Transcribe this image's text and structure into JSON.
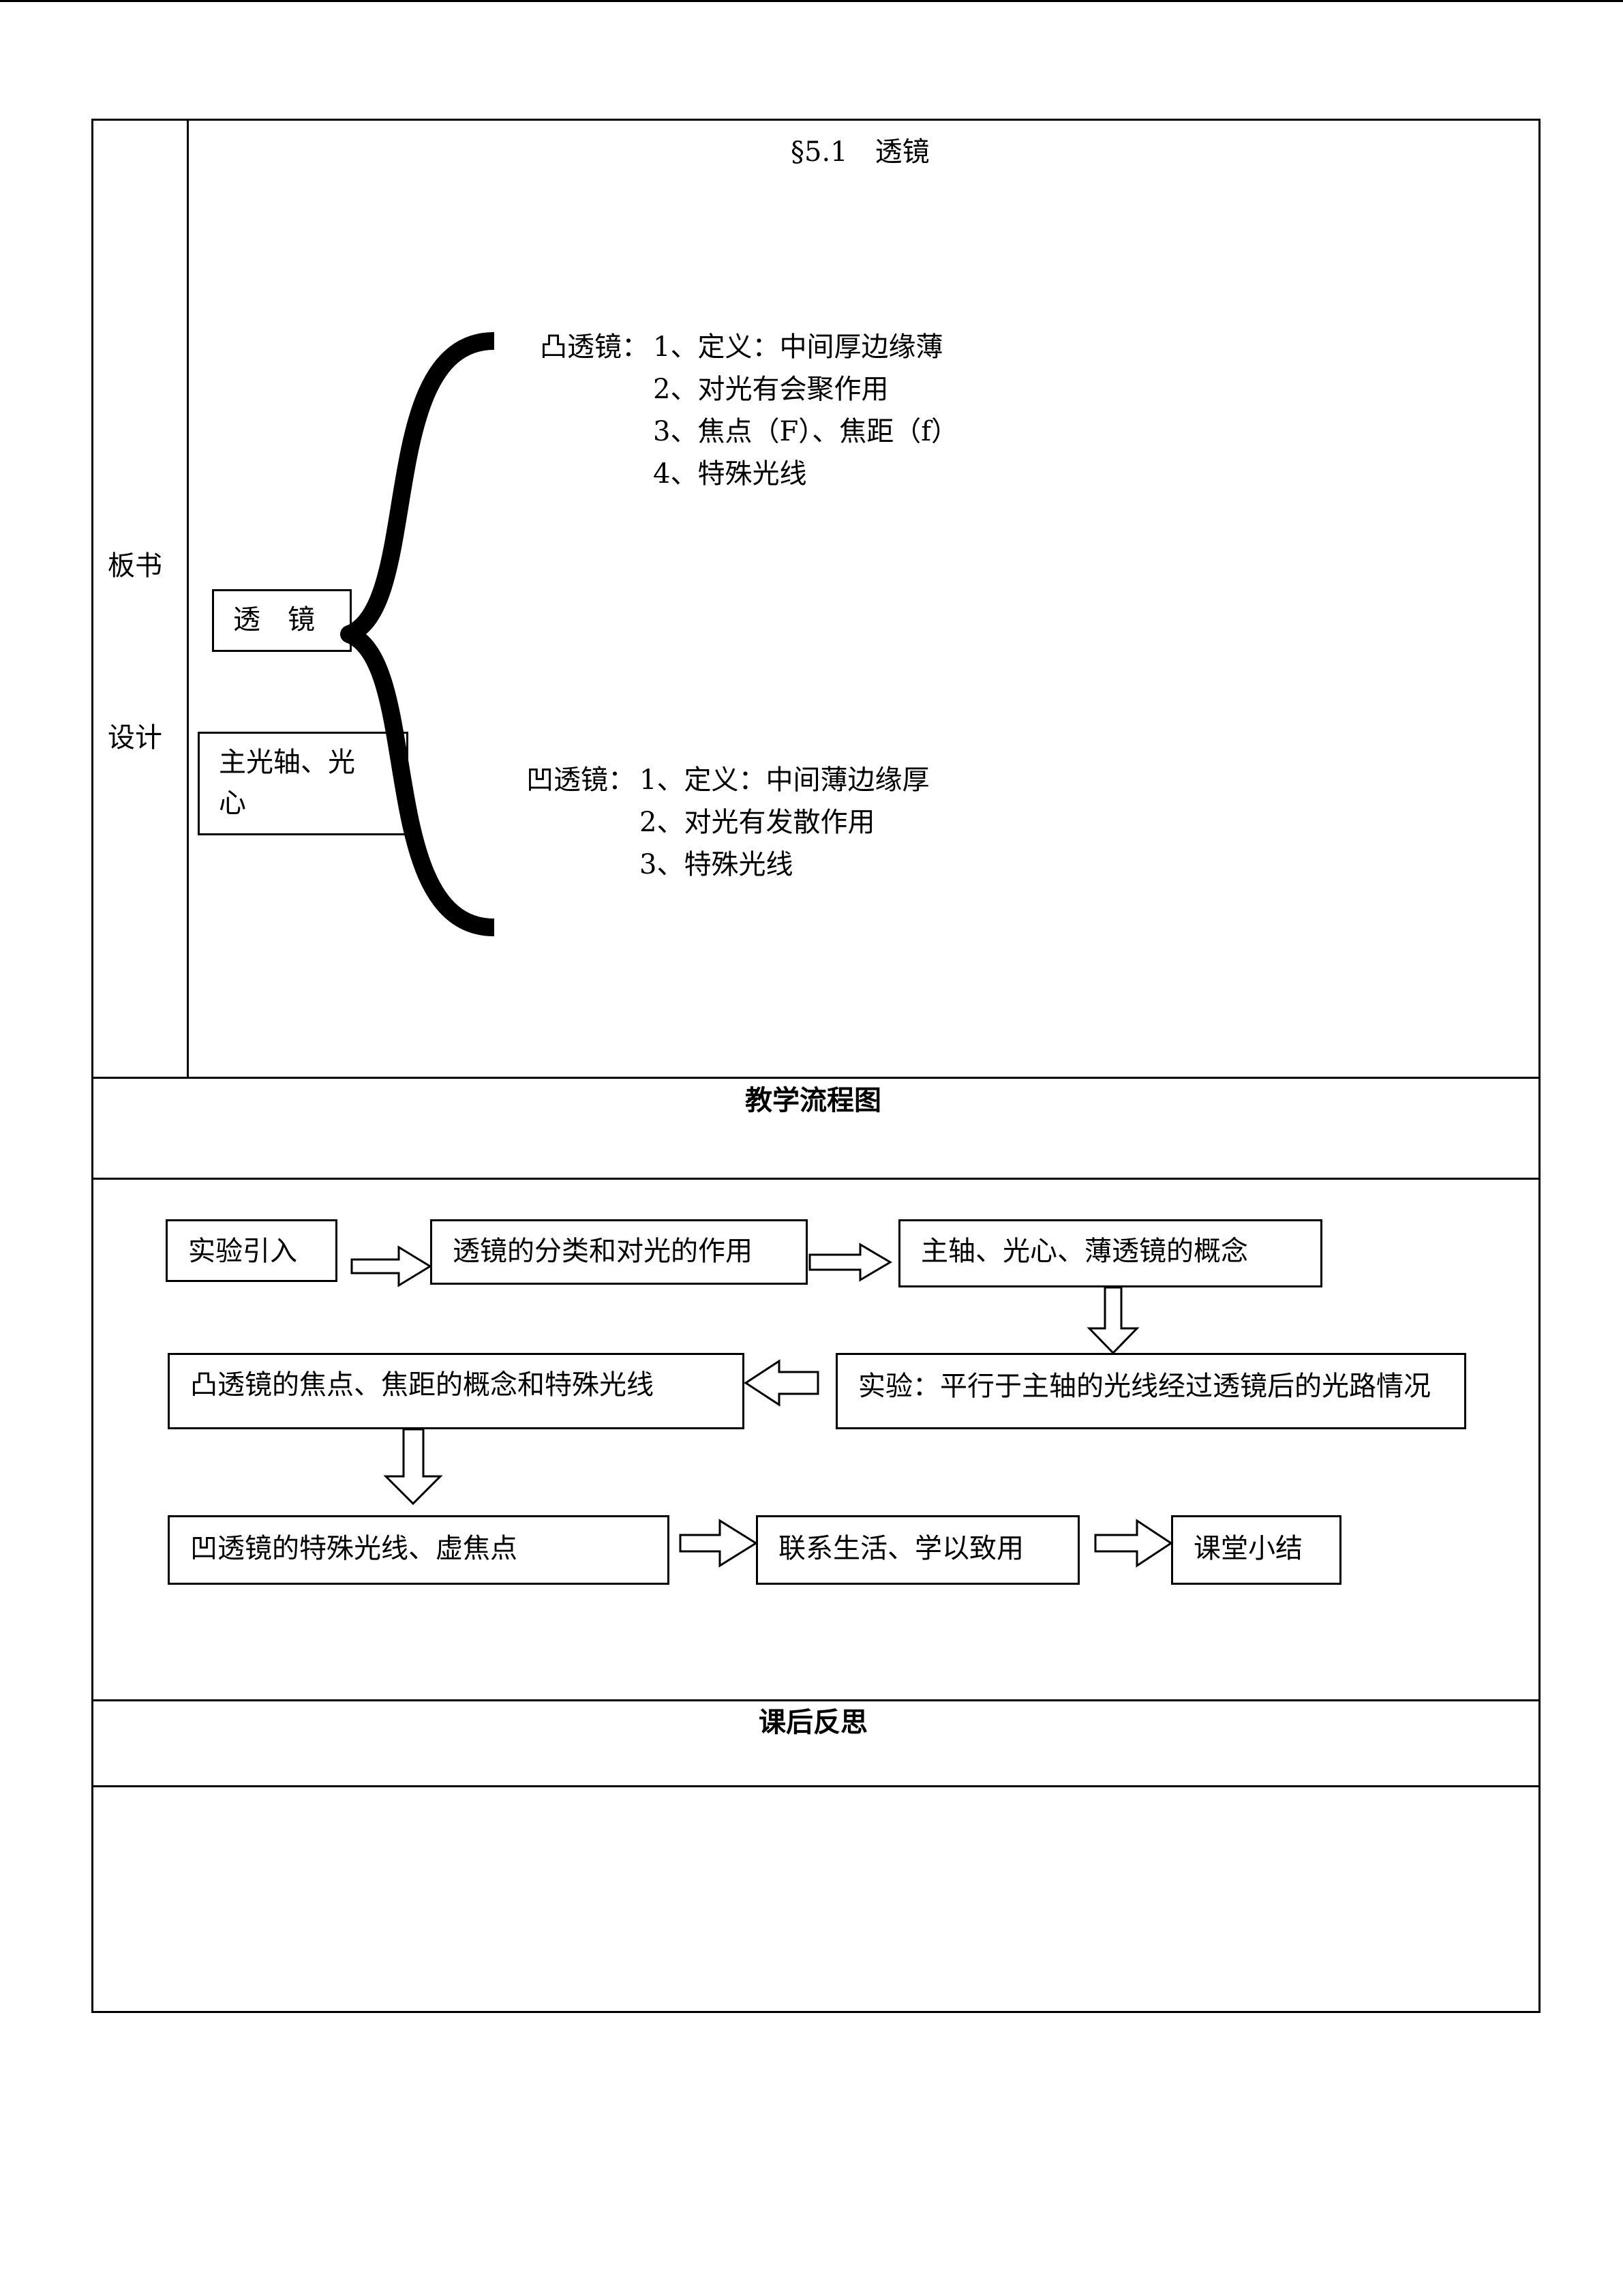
{
  "blackboard": {
    "side_label_1": "板书",
    "side_label_2": "设计",
    "title": "§5.1　透镜",
    "center_box": "透　镜",
    "axis_box_line1": "主光轴、光",
    "axis_box_line2": "心",
    "convex": {
      "label": "凸透镜：",
      "items": [
        "1、定义：中间厚边缘薄",
        "2、对光有会聚作用",
        "3、焦点（F）、焦距（f）",
        "4、特殊光线"
      ]
    },
    "concave": {
      "label": "凹透镜：",
      "items": [
        "1、定义：中间薄边缘厚",
        "2、对光有发散作用",
        "3、特殊光线"
      ]
    }
  },
  "flow_header": "教学流程图",
  "flow": {
    "step1": "实验引入",
    "step2": "透镜的分类和对光的作用",
    "step3": "主轴、光心、薄透镜的概念",
    "step4": "实验：平行于主轴的光线经过透镜后的光路情况",
    "step5": "凸透镜的焦点、焦距的概念和特殊光线",
    "step6": "凹透镜的特殊光线、虚焦点",
    "step7": "联系生活、学以致用",
    "step8": "课堂小结"
  },
  "reflection_header": "课后反思"
}
